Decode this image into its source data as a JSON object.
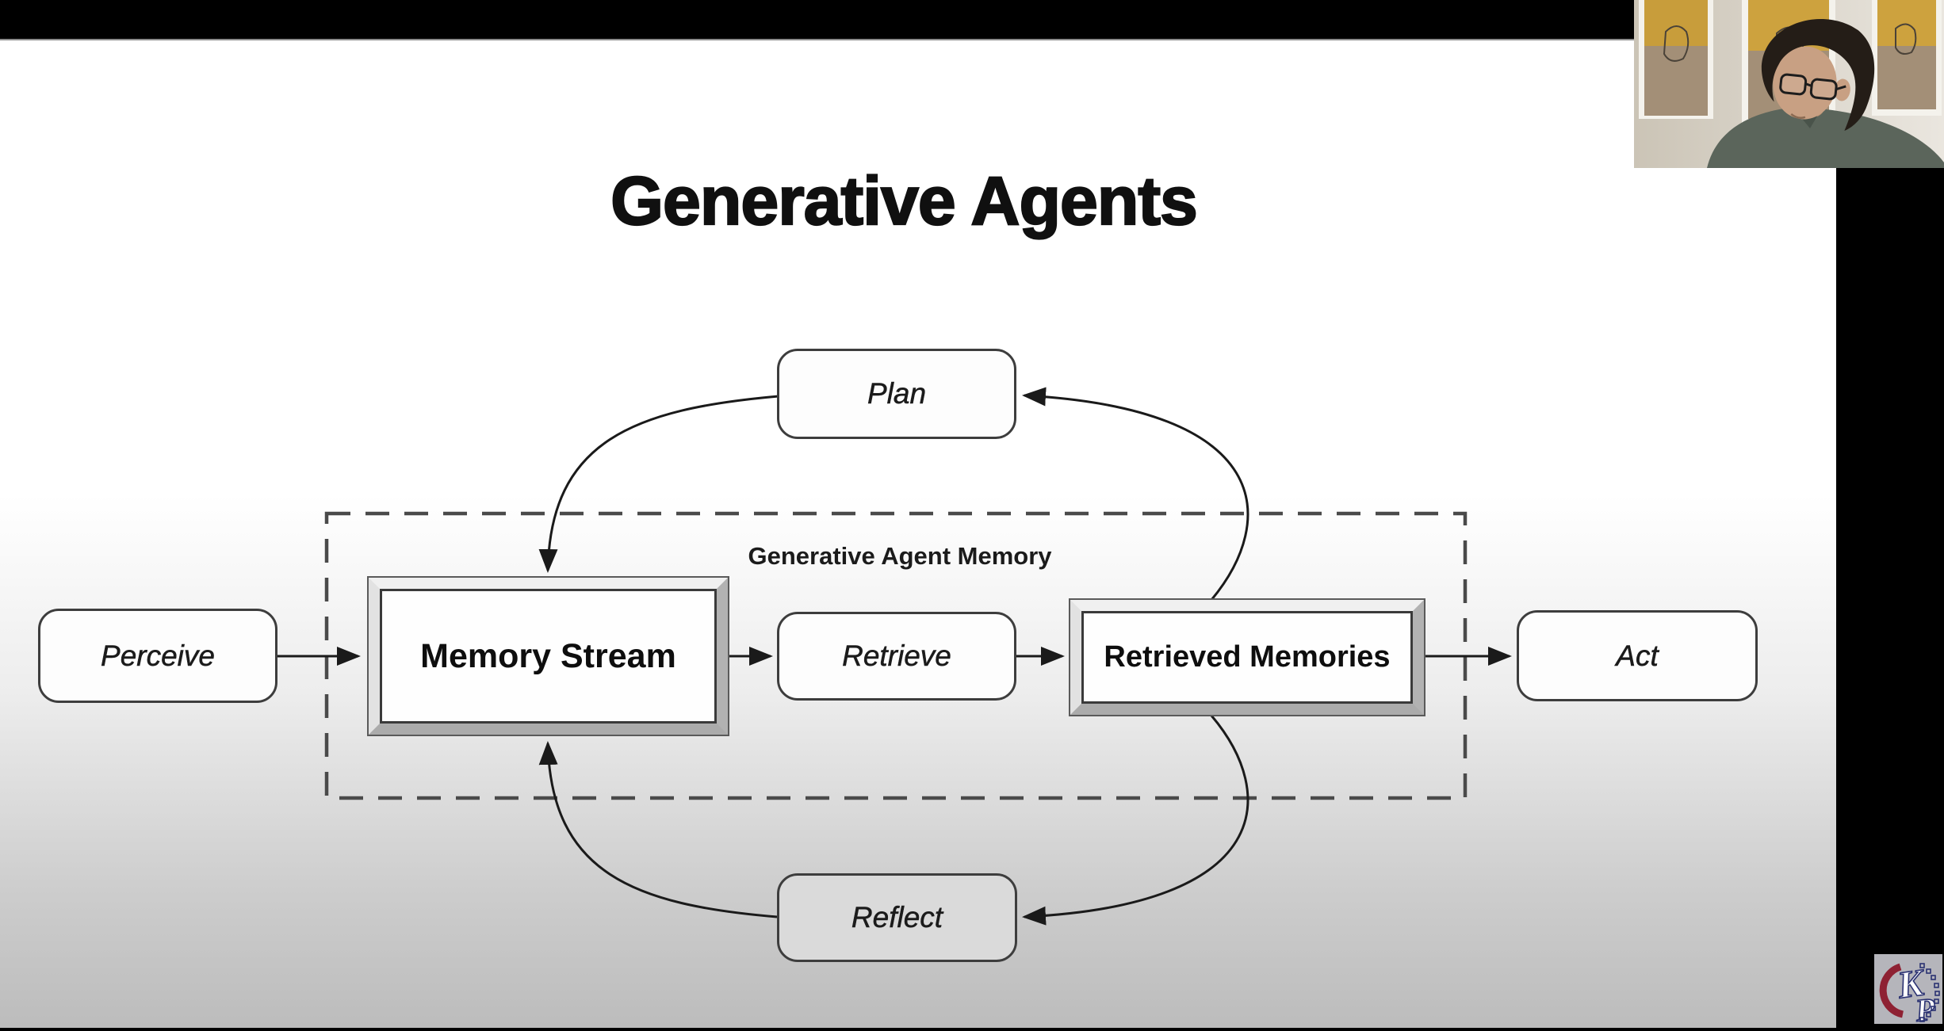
{
  "slide": {
    "title": "Generative Agents",
    "memory_group_label": "Generative Agent Memory",
    "nodes": {
      "perceive": "Perceive",
      "memory_stream": "Memory Stream",
      "retrieve": "Retrieve",
      "retrieved_memories": "Retrieved Memories",
      "act": "Act",
      "plan": "Plan",
      "reflect": "Reflect"
    },
    "edges": [
      {
        "from": "Perceive",
        "to": "Memory Stream"
      },
      {
        "from": "Memory Stream",
        "to": "Retrieve"
      },
      {
        "from": "Retrieve",
        "to": "Retrieved Memories"
      },
      {
        "from": "Retrieved Memories",
        "to": "Act"
      },
      {
        "from": "Retrieved Memories",
        "to": "Plan"
      },
      {
        "from": "Plan",
        "to": "Memory Stream"
      },
      {
        "from": "Retrieved Memories",
        "to": "Reflect"
      },
      {
        "from": "Reflect",
        "to": "Memory Stream"
      }
    ],
    "colors": {
      "background_top": "#ffffff",
      "background_bottom": "#bcbcbc",
      "line": "#1a1a1a",
      "dashed_border": "#4a4a4a"
    }
  },
  "overlays": {
    "webcam": {
      "content": "presenter on camera"
    },
    "logo": {
      "content": "CLSP emblem",
      "red": "#8e2133",
      "navy": "#2b3272",
      "bg": "#b5b5bb"
    }
  }
}
